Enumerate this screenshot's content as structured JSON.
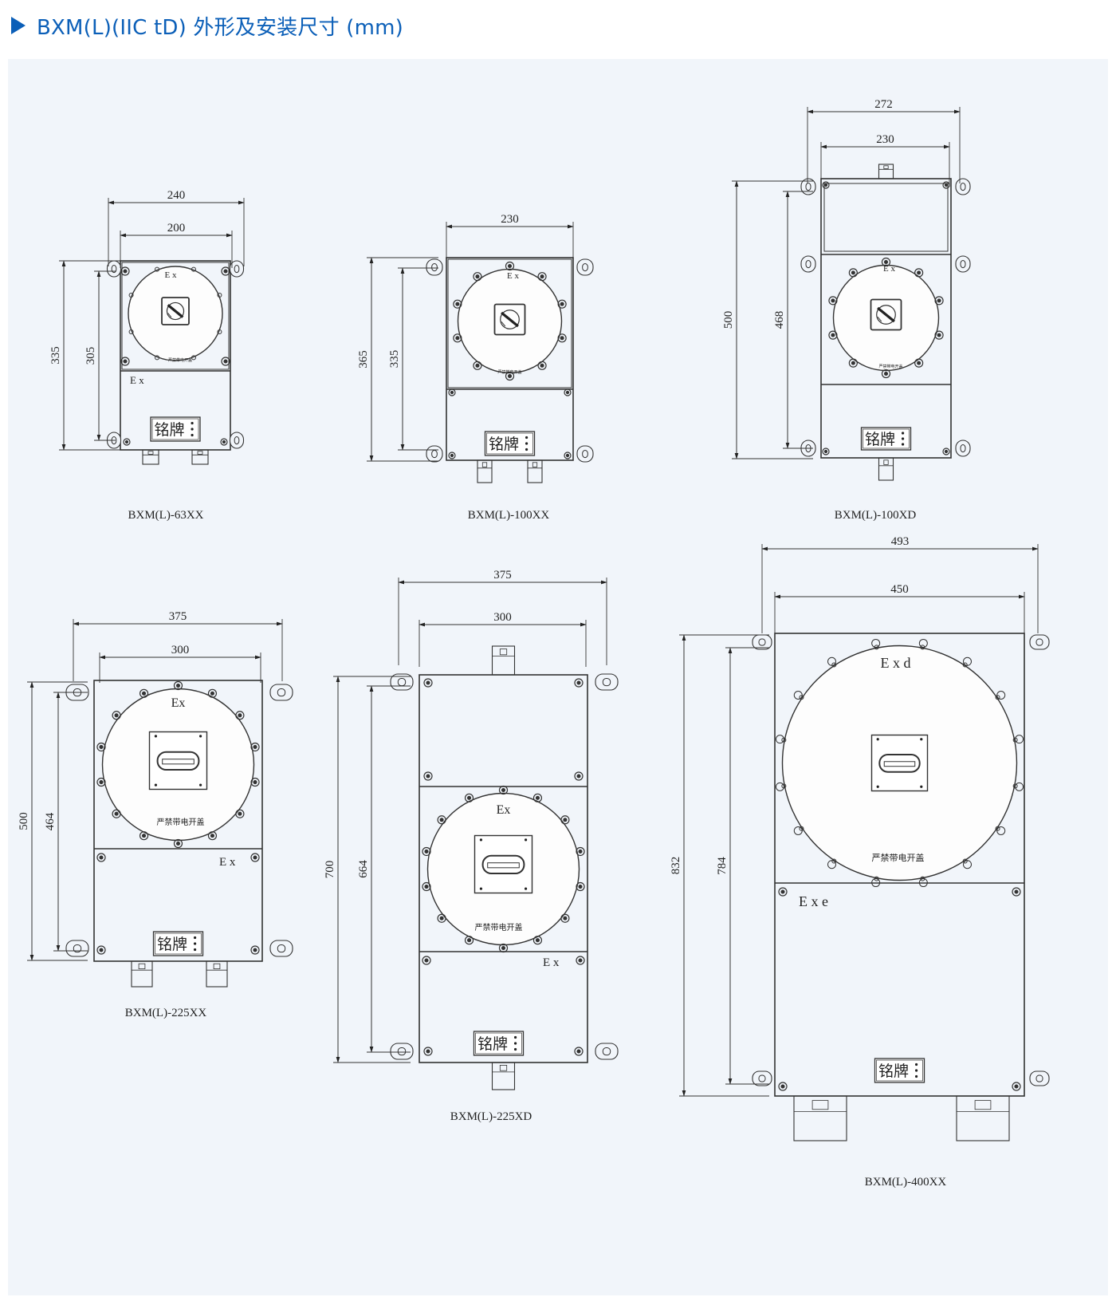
{
  "header": {
    "title": "BXM(L)(IIC tD) 外形及安装尺寸 (mm)",
    "accent_color": "#0b5fb8"
  },
  "panel": {
    "background": "#f1f5fa"
  },
  "labels": {
    "ex": "Ex",
    "ex_spaced": "E x",
    "exd": "E x d",
    "exe": "E x e",
    "nameplate": "铭牌",
    "warning": "严禁带电开盖"
  },
  "drawings": [
    {
      "model": "BXM(L)-63XX",
      "width_outer": "240",
      "width_inner": "200",
      "height_outer": "335",
      "height_inner": "305"
    },
    {
      "model": "BXM(L)-100XX",
      "width_outer": "230",
      "height_outer": "365",
      "height_inner": "335"
    },
    {
      "model": "BXM(L)-100XD",
      "width_outer": "272",
      "width_inner": "230",
      "height_outer": "500",
      "height_inner": "468"
    },
    {
      "model": "BXM(L)-225XX",
      "width_outer": "375",
      "width_inner": "300",
      "height_outer": "500",
      "height_inner": "464"
    },
    {
      "model": "BXM(L)-225XD",
      "width_outer": "375",
      "width_inner": "300",
      "height_outer": "700",
      "height_inner": "664"
    },
    {
      "model": "BXM(L)-400XX",
      "width_outer": "493",
      "width_inner": "450",
      "height_outer": "832",
      "height_inner": "784"
    }
  ]
}
